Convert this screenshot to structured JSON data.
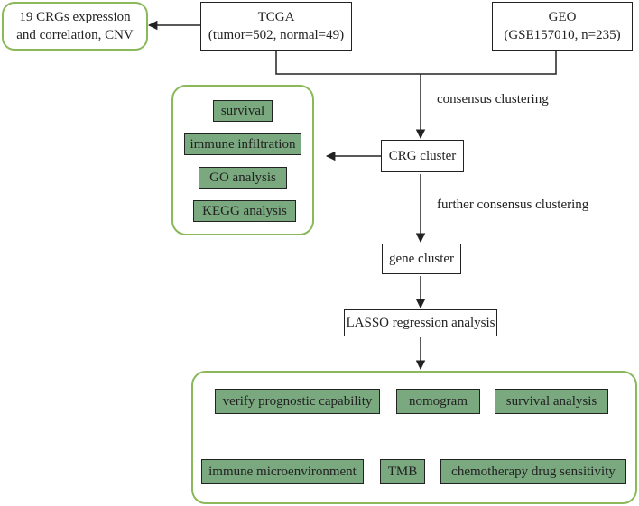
{
  "nodes": {
    "tcga": {
      "line1": "TCGA",
      "line2": "(tumor=502, normal=49)"
    },
    "geo": {
      "line1": "GEO",
      "line2": "(GSE157010, n=235)"
    },
    "crgs": {
      "line1": "19 CRGs expression",
      "line2": "and correlation, CNV"
    },
    "crg_cluster": "CRG cluster",
    "gene_cluster": "gene cluster",
    "lasso": "LASSO regression analysis"
  },
  "edge_labels": {
    "consensus": "consensus clustering",
    "further": "further consensus clustering"
  },
  "cluster_analyses": [
    "survival",
    "immune infiltration",
    "GO analysis",
    "KEGG analysis"
  ],
  "model_analyses": [
    "verify prognostic capability",
    "nomogram",
    "survival analysis",
    "immune microenvironment",
    "TMB",
    "chemotherapy drug sensitivity"
  ],
  "colors": {
    "panel_border": "#8ab85a",
    "tag_fill": "#7aa87f",
    "line": "#222222"
  }
}
